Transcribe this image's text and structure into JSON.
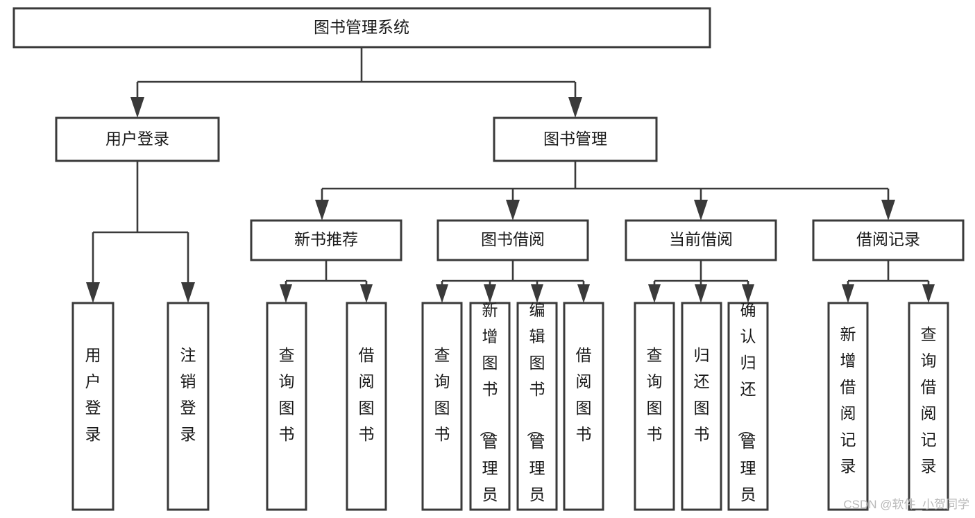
{
  "diagram": {
    "type": "tree",
    "orientation": "top-down",
    "title": "图书管理系统",
    "colors": {
      "node_fill": "#ffffff",
      "node_stroke": "#3a3a3a",
      "connector": "#3a3a3a",
      "label": "#1a1a1a",
      "watermark": "#b9b9b9",
      "background": "#ffffff"
    },
    "root": {
      "label": "图书管理系统",
      "orientation": "horizontal"
    },
    "level2": [
      {
        "label": "用户登录",
        "orientation": "horizontal"
      },
      {
        "label": "图书管理",
        "orientation": "horizontal"
      }
    ],
    "level3": [
      {
        "label": "新书推荐",
        "orientation": "horizontal",
        "parent": "图书管理"
      },
      {
        "label": "图书借阅",
        "orientation": "horizontal",
        "parent": "图书管理"
      },
      {
        "label": "当前借阅",
        "orientation": "horizontal",
        "parent": "图书管理"
      },
      {
        "label": "借阅记录",
        "orientation": "horizontal",
        "parent": "图书管理"
      }
    ],
    "leaves": {
      "用户登录": [
        {
          "label": "用户登录",
          "orientation": "vertical"
        },
        {
          "label": "注销登录",
          "orientation": "vertical"
        }
      ],
      "新书推荐": [
        {
          "label": "查询图书",
          "orientation": "vertical"
        },
        {
          "label": "借阅图书",
          "orientation": "vertical"
        }
      ],
      "图书借阅": [
        {
          "label": "查询图书",
          "orientation": "vertical"
        },
        {
          "label": "新增图书（管理员）",
          "orientation": "vertical"
        },
        {
          "label": "编辑图书（管理员）",
          "orientation": "vertical"
        },
        {
          "label": "借阅图书",
          "orientation": "vertical"
        }
      ],
      "当前借阅": [
        {
          "label": "查询图书",
          "orientation": "vertical"
        },
        {
          "label": "归还图书",
          "orientation": "vertical"
        },
        {
          "label": "确认归还（管理员）",
          "orientation": "vertical"
        }
      ],
      "借阅记录": [
        {
          "label": "新增借阅记录",
          "orientation": "vertical"
        },
        {
          "label": "查询借阅记录",
          "orientation": "vertical"
        }
      ]
    }
  },
  "watermark": {
    "text": "CSDN @软件_小贺同学"
  }
}
